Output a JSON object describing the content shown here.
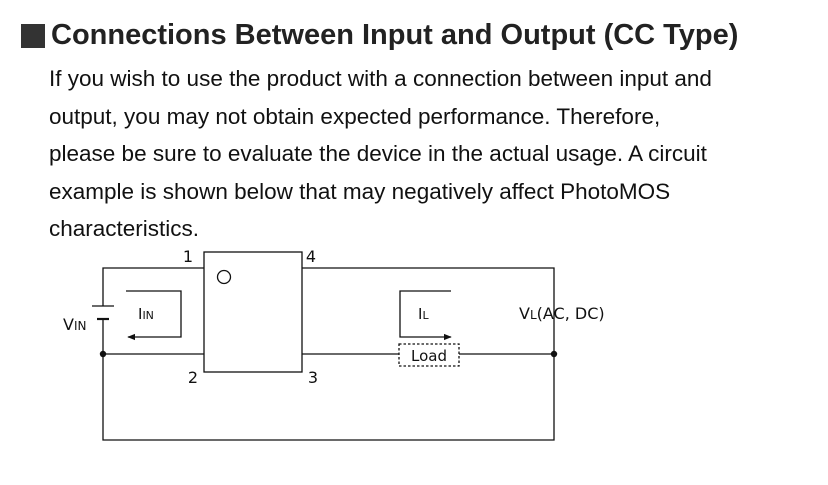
{
  "heading": {
    "title": "Connections Between Input and Output (CC Type)"
  },
  "paragraph": {
    "lines": [
      "If you wish to use the product with a connection between input and",
      "output, you may not obtain expected performance. Therefore,",
      "please be sure to evaluate the device in the actual usage. A circuit",
      "example is shown below that may negatively affect PhotoMOS",
      "characteristics."
    ]
  },
  "diagram": {
    "pins": {
      "pin1": "1",
      "pin2": "2",
      "pin3": "3",
      "pin4": "4"
    },
    "vin": {
      "main": "V",
      "sub": "IN"
    },
    "iin": {
      "main": "I",
      "sub": "IN"
    },
    "il": {
      "main": "I",
      "sub": "L"
    },
    "vl": {
      "main": "V",
      "sub": "L",
      "rest": "(AC, DC)"
    },
    "load_label": "Load"
  }
}
